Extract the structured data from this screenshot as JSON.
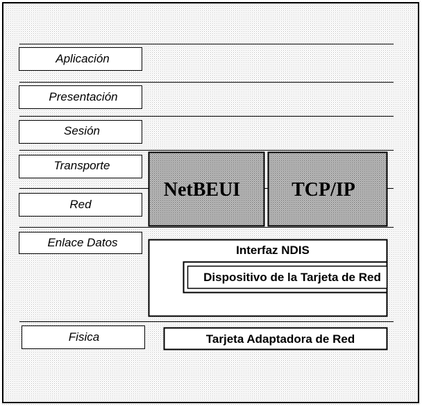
{
  "osi_layers": [
    "Aplicación",
    "Presentación",
    "Sesión",
    "Transporte",
    "Red",
    "Enlace Datos",
    "Fisica"
  ],
  "protocols": [
    "NetBEUI",
    "TCP/IP"
  ],
  "components": {
    "ndis_interface": "Interfaz NDIS",
    "card_driver": "Dispositivo de la Tarjeta de Red",
    "adapter_card": "Tarjeta Adaptadora de Red"
  }
}
